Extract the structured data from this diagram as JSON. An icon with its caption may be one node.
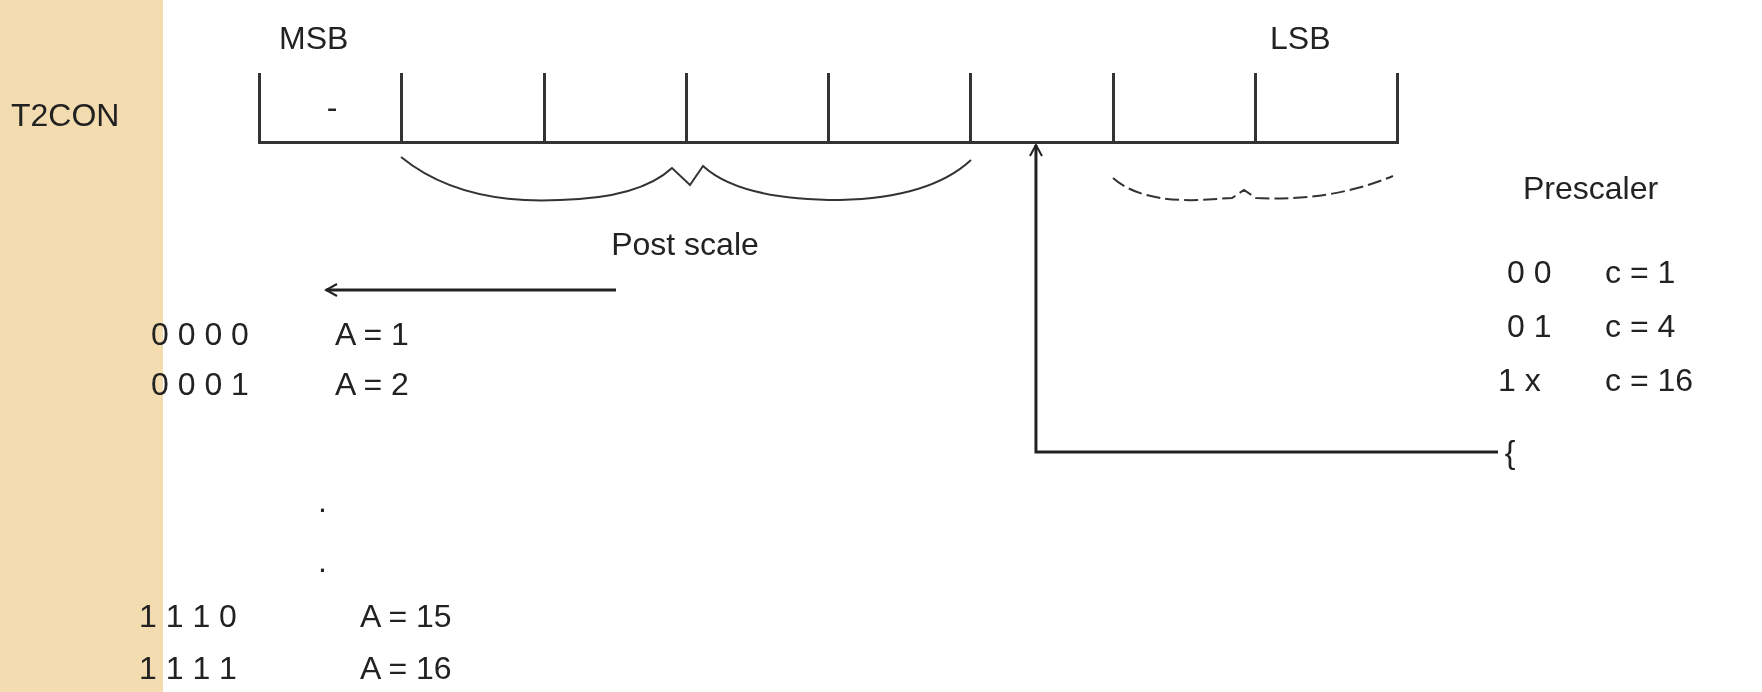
{
  "diagram": {
    "nodes": [
      {
        "text": [],
        "shape": "bar"
      },
      {
        "text": [
          "-"
        ],
        "in": 0
      },
      {
        "text": [],
        "shape": "box",
        "in": 0
      },
      {
        "text": [],
        "shape": "box",
        "in": 0
      },
      {
        "text": [],
        "shape": "box",
        "in": 0
      },
      {
        "text": [],
        "shape": "box",
        "in": 0
      },
      {
        "text": [],
        "shape": "box",
        "in": 0
      },
      {
        "text": [],
        "shape": "box",
        "in": 0
      },
      {
        "text": [],
        "shape": "box",
        "in": 0
      },
      {
        "text": [
          "Post scale"
        ]
      },
      {
        "text": [
          "{"
        ]
      }
    ],
    "edges": [
      {
        "from": 9,
        "to": null,
        "arrow": "to"
      },
      {
        "from": 10,
        "to": 6,
        "arrow": "to"
      }
    ],
    "labels": [
      "MSB",
      "LSB",
      "T2CON",
      "Prescaler",
      "0 0",
      "c = 1",
      "0 1",
      "c = 4",
      "1 x",
      "c = 16",
      "0 0 0 0",
      "A = 1",
      "0 0 0 1",
      "A = 2",
      ".",
      ".",
      "1 1 1 0",
      "A = 15",
      "1 1 1 1",
      "A = 16"
    ]
  }
}
